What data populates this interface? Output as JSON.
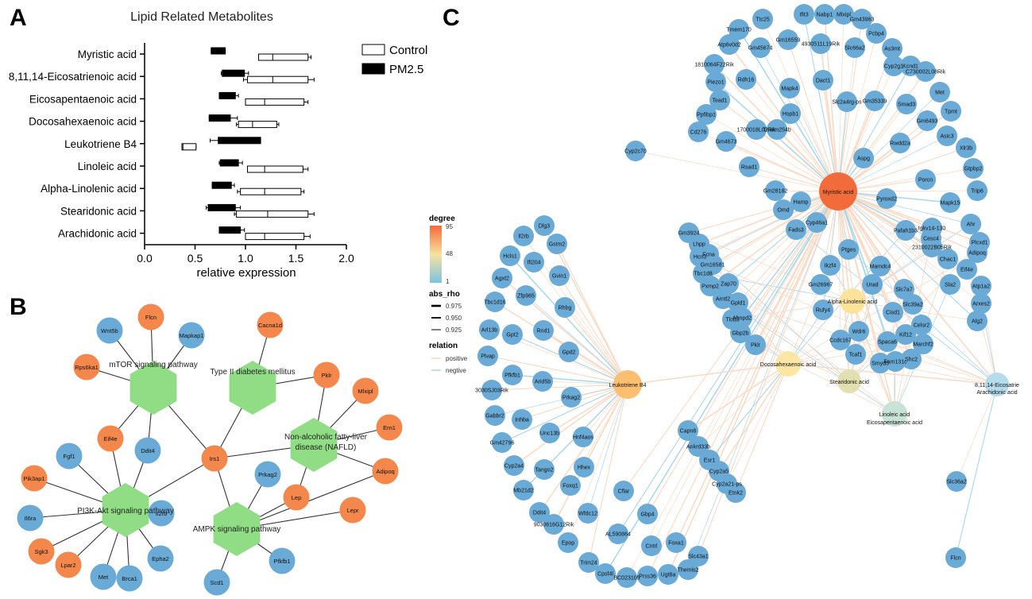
{
  "panels": {
    "a": "A",
    "b": "B",
    "c": "C"
  },
  "chart_data": [
    {
      "type": "boxplot",
      "title": "Lipid Related Metabolites",
      "xlabel": "relative expression",
      "ylabel": "",
      "xlim": [
        0.0,
        2.0
      ],
      "xticks": [
        "0.0",
        "0.5",
        "1.0",
        "1.5",
        "2.0"
      ],
      "legend": [
        "Control",
        "PM2.5"
      ],
      "legend_position": "top-right",
      "categories": [
        "Myristic acid",
        "8,11,14-Eicosatrienoic acid",
        "Eicosapentaenoic acid",
        "Docosahexaenoic acid",
        "Leukotriene B4",
        "Linoleic acid",
        "Alpha-Linolenic acid",
        "Stearidonic acid",
        "Arachidonic acid"
      ],
      "series": [
        {
          "name": "Control",
          "boxes": [
            {
              "min": 1.13,
              "q1": 1.13,
              "median": 1.27,
              "q3": 1.62,
              "max": 1.65
            },
            {
              "min": 0.98,
              "q1": 1.02,
              "median": 1.27,
              "q3": 1.62,
              "max": 1.68
            },
            {
              "min": 1.0,
              "q1": 1.0,
              "median": 1.19,
              "q3": 1.58,
              "max": 1.62
            },
            {
              "min": 0.91,
              "q1": 0.93,
              "median": 1.07,
              "q3": 1.31,
              "max": 1.33
            },
            {
              "min": 0.37,
              "q1": 0.37,
              "median": 0.38,
              "q3": 0.51,
              "max": 0.51
            },
            {
              "min": 1.02,
              "q1": 1.02,
              "median": 1.19,
              "q3": 1.57,
              "max": 1.62
            },
            {
              "min": 0.92,
              "q1": 0.95,
              "median": 1.19,
              "q3": 1.55,
              "max": 1.58
            },
            {
              "min": 0.89,
              "q1": 0.91,
              "median": 1.22,
              "q3": 1.62,
              "max": 1.68
            },
            {
              "min": 1.0,
              "q1": 1.0,
              "median": 1.19,
              "q3": 1.58,
              "max": 1.64
            }
          ]
        },
        {
          "name": "PM2.5",
          "boxes": [
            {
              "min": 0.66,
              "q1": 0.66,
              "median": 0.72,
              "q3": 0.8,
              "max": 0.8
            },
            {
              "min": 0.76,
              "q1": 0.77,
              "median": 0.85,
              "q3": 0.99,
              "max": 1.03
            },
            {
              "min": 0.74,
              "q1": 0.74,
              "median": 0.8,
              "q3": 0.9,
              "max": 0.93
            },
            {
              "min": 0.64,
              "q1": 0.64,
              "median": 0.7,
              "q3": 0.85,
              "max": 0.92
            },
            {
              "min": 0.65,
              "q1": 0.73,
              "median": 0.8,
              "q3": 1.15,
              "max": 1.15
            },
            {
              "min": 0.74,
              "q1": 0.75,
              "median": 0.82,
              "q3": 0.93,
              "max": 0.97
            },
            {
              "min": 0.67,
              "q1": 0.67,
              "median": 0.74,
              "q3": 0.86,
              "max": 0.89
            },
            {
              "min": 0.61,
              "q1": 0.63,
              "median": 0.68,
              "q3": 0.9,
              "max": 0.95
            },
            {
              "min": 0.74,
              "q1": 0.74,
              "median": 0.84,
              "q3": 0.95,
              "max": 0.99
            }
          ]
        }
      ],
      "colors": {
        "control_fill": "#ffffff",
        "pm25_fill": "#000000"
      }
    },
    {
      "type": "network",
      "legend": [],
      "node_colors": {
        "gene_up": "#f4874b",
        "gene_down": "#6aaad6",
        "pathway": "#90dd85"
      },
      "pathways": [
        "mTOR signaling pathway",
        "Type II diabetes mellitus",
        "Non-alcoholic fatty-liver disease (NAFLD)",
        "PI3K-Akt signaling pathway",
        "AMPK signaling pathway"
      ],
      "genes": [
        {
          "name": "Flcn",
          "color": "up"
        },
        {
          "name": "Wnt5b",
          "color": "down"
        },
        {
          "name": "Mapkap1",
          "color": "down"
        },
        {
          "name": "Rps6ka1",
          "color": "up"
        },
        {
          "name": "Cacna1d",
          "color": "up"
        },
        {
          "name": "Pklr",
          "color": "up"
        },
        {
          "name": "Mlxipl",
          "color": "up"
        },
        {
          "name": "Ern1",
          "color": "up"
        },
        {
          "name": "Adipoq",
          "color": "up"
        },
        {
          "name": "Eif4e",
          "color": "up"
        },
        {
          "name": "Ddit4",
          "color": "down"
        },
        {
          "name": "Irs1",
          "color": "up"
        },
        {
          "name": "Fgf1",
          "color": "down"
        },
        {
          "name": "Prkag2",
          "color": "down"
        },
        {
          "name": "Pik3ap1",
          "color": "up"
        },
        {
          "name": "Il2rb",
          "color": "down"
        },
        {
          "name": "Lep",
          "color": "up"
        },
        {
          "name": "Lepr",
          "color": "up"
        },
        {
          "name": "Il6ra",
          "color": "down"
        },
        {
          "name": "Sgk3",
          "color": "up"
        },
        {
          "name": "Lpar2",
          "color": "up"
        },
        {
          "name": "Met",
          "color": "down"
        },
        {
          "name": "Brca1",
          "color": "down"
        },
        {
          "name": "Epha2",
          "color": "down"
        },
        {
          "name": "Scd1",
          "color": "down"
        },
        {
          "name": "Pfkfb1",
          "color": "down"
        }
      ]
    },
    {
      "type": "network",
      "legend": {
        "degree_title": "degree",
        "degree_ticks": [
          "95",
          "48",
          "1"
        ],
        "abs_rho_title": "abs_rho",
        "abs_rho_values": [
          "0.975",
          "0.950",
          "0.925"
        ],
        "relation_title": "relation",
        "relation_values": [
          "positive",
          "negtive"
        ],
        "relation_colors": {
          "positive": "#fbd9c3",
          "negtive": "#a8d7ea"
        }
      },
      "hubs": [
        {
          "name": "Myristic acid",
          "color": "#f26b3a"
        },
        {
          "name": "Leukotriene B4",
          "color": "#fbbf6f"
        },
        {
          "name": "Alpha-Linolenic acid",
          "color": "#fbe39b"
        },
        {
          "name": "Docosahexaenoic acid",
          "color": "#fbe6a4"
        },
        {
          "name": "Stearidonic acid",
          "color": "#e2dfb1"
        },
        {
          "name": "Linoleic acid",
          "color": "#c8e2d7"
        },
        {
          "name": "Eicosapentaenoic acid",
          "color": "#c8e2d7"
        },
        {
          "name": "8,11,14-Eicosatrie",
          "color": "#b4dcec"
        },
        {
          "name": "Arachidonic acid",
          "color": "#b4dcec"
        }
      ],
      "genes": [
        "Ttc25",
        "Ifit3",
        "Nabp1",
        "Mlxipl",
        "Gm43963",
        "Tmem170",
        "Pcbp4",
        "As3mt",
        "Atp6v0d2",
        "Gm45674",
        "Gm16559",
        "4930511L19Rik",
        "Slc66a2",
        "Kcnd1",
        "1810064F22Rik",
        "Cyp2g1",
        "C730002L08Rik",
        "Piezo1",
        "Rdh16",
        "Mapk4",
        "Dact1",
        "Met",
        "Tead1",
        "Tpmt",
        "Ppfibp1",
        "Slc2a4rg-ps",
        "Gm35339",
        "Smad3",
        "Gm6493",
        "Hspb1",
        "Cd276",
        "1700018L02Rik",
        "Tmem254b",
        "Asic3",
        "Xlr3b",
        "Gm4673",
        "Gtpbp2",
        "Aspg",
        "Rwdd2a",
        "Trip6",
        "Porcn",
        "Mapk15",
        "Cyp2c70",
        "Rsad1",
        "Pyroxd2",
        "Ahr",
        "Gm28182",
        "Plcxd1",
        "Hamp",
        "Omd",
        "Igkv14-130",
        "Pafah1b3",
        "Cyp46a1",
        "Cesc4",
        "Fads3",
        "Gm3924",
        "Lhpp",
        "Fcna",
        "Hcn3",
        "Gm16581",
        "Tbc1d8",
        "Zap70",
        "Pxmp2",
        "Arntl2",
        "Gpld1",
        "Ahnpd2",
        "Tlcd3",
        "Gbp2b",
        "Pklr",
        "Ptges",
        "2310022B05Rik",
        "Adipoq",
        "Mamdc4",
        "Chac1",
        "Eif4e",
        "Ikzf4",
        "Gm26967",
        "Urad",
        "Sla2",
        "Atp1a2",
        "Slc7a7",
        "Rufy4",
        "Slc39a2",
        "Cisd1",
        "Arxes2",
        "Alg2",
        "Celsr2",
        "Kif12",
        "Wdr6",
        "Spaca6",
        "Ccdc167",
        "Marchf2",
        "Tcaf1",
        "Fam131c",
        "Smyd5",
        "Shc2",
        "Slc36a2",
        "Flcn",
        "Dlg3",
        "Il2rb",
        "Gstm2",
        "Hcls1",
        "Ifi204",
        "Gvin1",
        "Agxt2",
        "Zfp965",
        "Rhbg",
        "Tbc1d16",
        "Arl13b",
        "Gpt2",
        "Rnd1",
        "Gpd2",
        "Plvap",
        "Pfkfb1",
        "Arid5b",
        "3030SJ03Rik",
        "Prkag2",
        "Gabbr2",
        "Inhba",
        "Unc13b",
        "Hnf4aos",
        "Gm42796",
        "Cyp2a4",
        "Tango2",
        "Hhex",
        "Mb21d2",
        "Foxq1",
        "Cflar",
        "Ddit4",
        "Wfdc12",
        "Gbp4",
        "9030616G12Rik",
        "Epop",
        "AL590864",
        "Foxa1",
        "Cntrl",
        "Trim24",
        "Cpsf4l",
        "BC023105",
        "Prss36",
        "Ugt8a",
        "Themis2",
        "Slc43a1",
        "Capn8",
        "Ankrd33b",
        "Esr1",
        "Cyp2a5",
        "Cyp2a21-ps",
        "Etnk2"
      ]
    }
  ]
}
